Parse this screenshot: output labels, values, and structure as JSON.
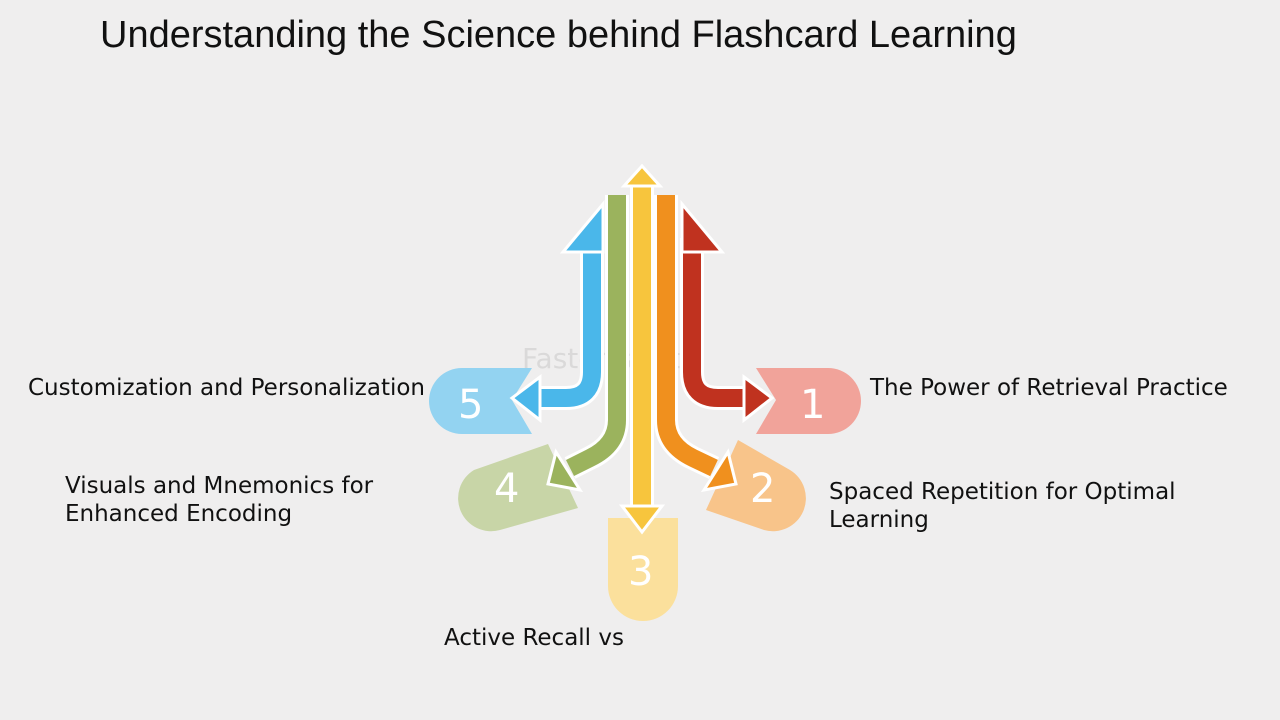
{
  "title": "Understanding the Science behind Flashcard Learning",
  "watermark": "FasterCapital",
  "steps": [
    {
      "number": "1",
      "label": "The Power of Retrieval Practice",
      "arrow_color": "#c0321f",
      "badge_color": "#f1a39a"
    },
    {
      "number": "2",
      "label": "Spaced Repetition for Optimal Learning",
      "arrow_color": "#f0901e",
      "badge_color": "#f8c48a"
    },
    {
      "number": "3",
      "label": "Active Recall vs",
      "arrow_color": "#f7c53d",
      "badge_color": "#fbe09c"
    },
    {
      "number": "4",
      "label": "Visuals and Mnemonics for Enhanced Encoding",
      "arrow_color": "#9bb35d",
      "badge_color": "#c8d5a7"
    },
    {
      "number": "5",
      "label": "Customization and Personalization",
      "arrow_color": "#4ab7ea",
      "badge_color": "#93d3f1"
    }
  ]
}
